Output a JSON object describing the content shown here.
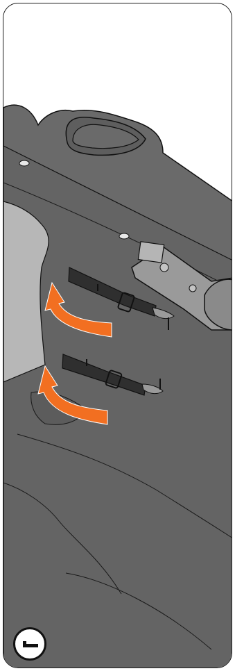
{
  "step": {
    "number": "1",
    "badge_icon": "step-one-numeral-icon"
  },
  "colors": {
    "fabric": "#6a6a6a",
    "fabric_light": "#b7b7b7",
    "fabric_dark": "#585858",
    "strap": "#2f2f2f",
    "hardware": "#9a9a9a",
    "arrow": "#f26f21",
    "outline": "#111111"
  },
  "illustration": {
    "subject": "stroller-seat-strap-attachment",
    "arrows": [
      "upward-curved-arrow",
      "upward-curved-arrow"
    ],
    "straps": [
      "upper-shoulder-strap",
      "lower-crotch-strap"
    ]
  }
}
